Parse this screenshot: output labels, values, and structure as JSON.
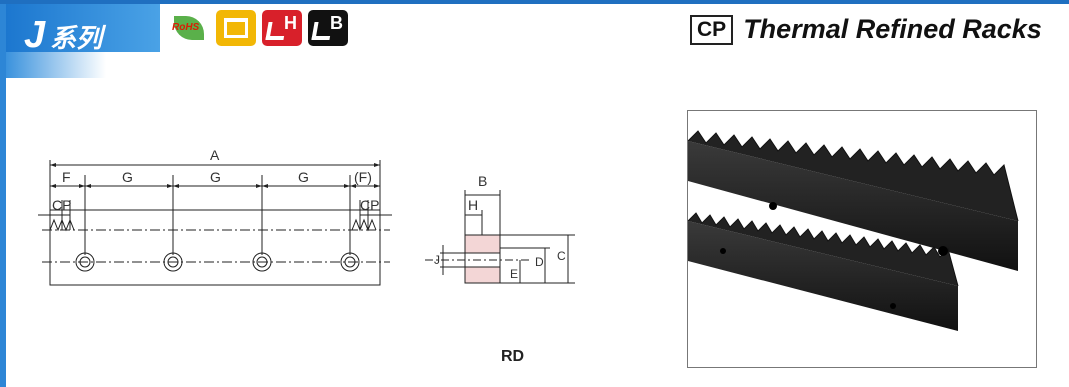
{
  "header": {
    "series_letter": "J",
    "series_text": "系列",
    "badges": [
      {
        "name": "rohs",
        "text": "RoHS"
      },
      {
        "name": "hollow",
        "text": ""
      },
      {
        "name": "heat-treated",
        "text": "H"
      },
      {
        "name": "black-oxide",
        "text": "B"
      }
    ]
  },
  "title": {
    "code": "CP",
    "text": "Thermal Refined Racks"
  },
  "drawing": {
    "dim_labels": {
      "A": "A",
      "F": "F",
      "G1": "G",
      "G2": "G",
      "G3": "G",
      "F_paren": "(F)",
      "CP_left": "CP",
      "CP_right": "CP",
      "B": "B",
      "H": "H",
      "J": "J",
      "E": "E",
      "D": "D",
      "C": "C"
    },
    "caption": "RD"
  },
  "colors": {
    "accent": "#1f6fc0",
    "header_blue": "#2d86d6",
    "section_fill": "#f3d6d6"
  }
}
